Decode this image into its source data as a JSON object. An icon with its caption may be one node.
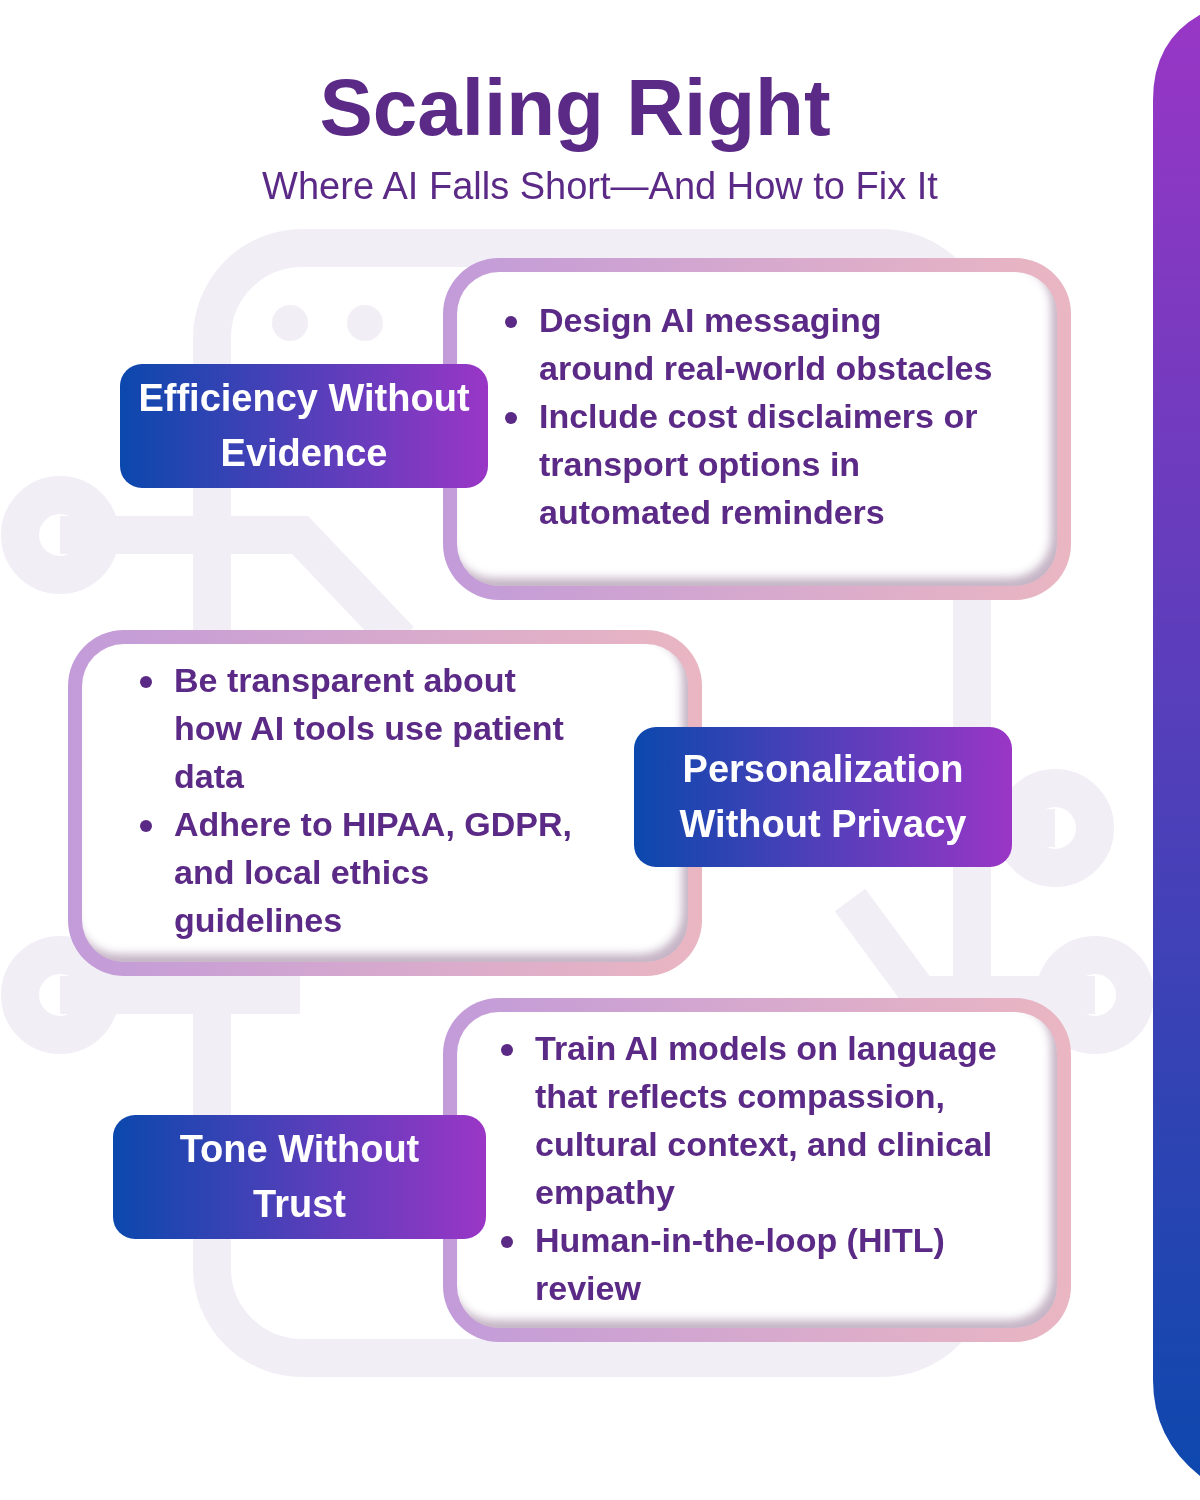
{
  "diagram": {
    "title": "Scaling Right",
    "caption": "Where AI Falls Short—And How to Fix It",
    "nodes": [
      {
        "text": [
          "Efficiency Without Evidence"
        ]
      },
      {
        "text": [
          "Design AI messaging around real-world obstacles",
          "Include cost disclaimers or transport options in automated reminders"
        ]
      },
      {
        "text": [
          "Be transparent about how AI tools use patient data",
          "Adhere to HIPAA, GDPR, and local ethics guidelines"
        ]
      },
      {
        "text": [
          "Personalization Without Privacy"
        ]
      },
      {
        "text": [
          "Tone Without Trust"
        ]
      },
      {
        "text": [
          "Train AI models on language that reflects compassion, cultural context, and clinical empathy",
          "Human-in-the-loop (HITL) review"
        ]
      }
    ]
  }
}
